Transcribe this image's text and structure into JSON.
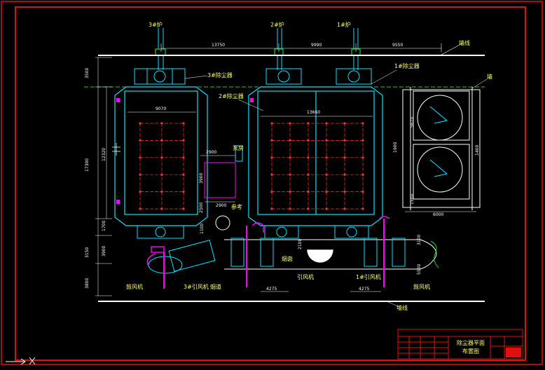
{
  "drawing": {
    "colors": {
      "border": "#e01010",
      "structure": "#00e5ff",
      "grid": "#ff3030",
      "dimension": "#ffffff",
      "label": "#ffff66",
      "accent": "#ff00ff",
      "green": "#22cc22"
    },
    "furnace_labels": {
      "f3": "3#炉",
      "f2": "2#炉",
      "f1": "1#炉"
    },
    "top_dims": {
      "d1": "13750",
      "d2": "9990",
      "d3": "9550"
    },
    "left_dims": {
      "h1": "3500",
      "h2": "17300",
      "h3": "12320",
      "h4": "3150",
      "h5": "3800",
      "h6": "1700",
      "h7": "3900"
    },
    "inner_dims": {
      "w3": "9070",
      "w12": "13660",
      "w2900": "2900",
      "w2900b": "2900",
      "h3900": "3900",
      "h2500": "2500",
      "h1100": "1100",
      "h2100": "2100"
    },
    "bottom_dims": {
      "b1": "4275",
      "b2": "4275"
    },
    "right_dims": {
      "r1": "5610",
      "r2": "1400",
      "r3": "1500",
      "r4": "6000",
      "r5": "3100",
      "r6": "5500",
      "r7": "1900"
    },
    "labels": {
      "top_line": "墙线",
      "bottom_line": "墙线",
      "f3_box": "3#除尘器",
      "f12_box": "2#除尘器",
      "f1_box": "1#除尘器",
      "pump": "泵房",
      "fan1": "引风机",
      "fan3": "3#引风机",
      "tower": "烟囱",
      "duct": "烟道",
      "ref": "参考",
      "fan_left": "鼓风机",
      "fan_right": "鼓风机",
      "fan_r2": "1#引风机",
      "wall_right": "墙"
    },
    "title_block": {
      "line1": "除尘器平面",
      "line2": "布置图"
    }
  }
}
